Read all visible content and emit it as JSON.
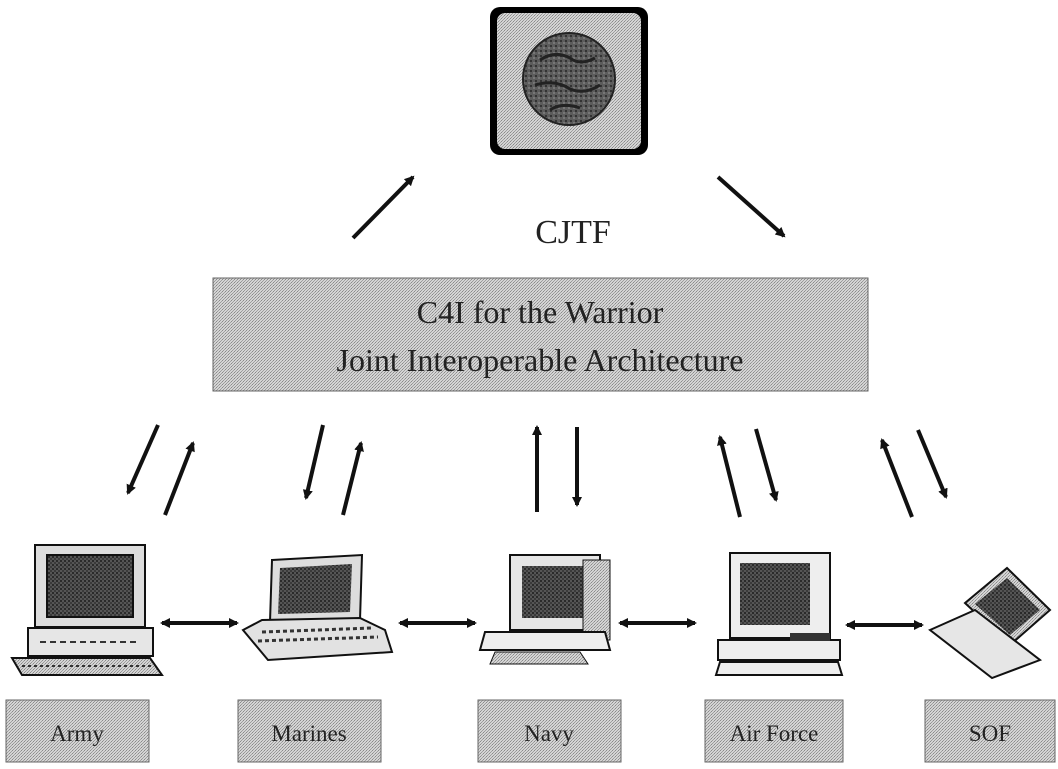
{
  "hq": {
    "title": "CJTF",
    "icon": "globe-icon"
  },
  "architecture": {
    "line1": "C4I for the Warrior",
    "line2": "Joint Interoperable Architecture"
  },
  "services": [
    {
      "label": "Army",
      "icon": "desktop-computer-icon"
    },
    {
      "label": "Marines",
      "icon": "laptop-computer-icon"
    },
    {
      "label": "Navy",
      "icon": "workstation-computer-icon"
    },
    {
      "label": "Air Force",
      "icon": "desktop-computer-icon"
    },
    {
      "label": "SOF",
      "icon": "laptop-computer-icon"
    }
  ],
  "colors": {
    "box_fill": "#c9c9c9",
    "ink": "#111111"
  }
}
